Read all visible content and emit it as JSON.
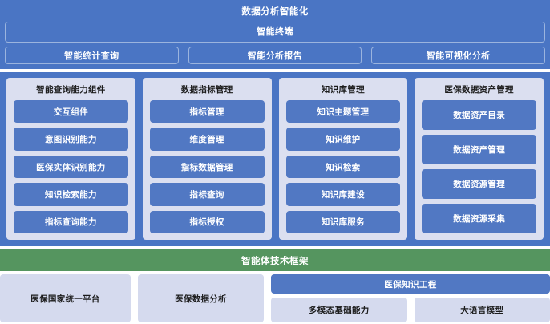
{
  "top": {
    "title": "数据分析智能化",
    "terminal_label": "智能终端",
    "buttons": [
      {
        "label": "智能统计查询"
      },
      {
        "label": "智能分析报告"
      },
      {
        "label": "智能可视化分析"
      }
    ]
  },
  "middle": {
    "columns": [
      {
        "title": "智能查询能力组件",
        "items": [
          {
            "label": "交互组件"
          },
          {
            "label": "意图识别能力"
          },
          {
            "label": "医保实体识别能力"
          },
          {
            "label": "知识检索能力"
          },
          {
            "label": "指标查询能力"
          }
        ]
      },
      {
        "title": "数据指标管理",
        "items": [
          {
            "label": "指标管理"
          },
          {
            "label": "维度管理"
          },
          {
            "label": "指标数据管理"
          },
          {
            "label": "指标查询"
          },
          {
            "label": "指标授权"
          }
        ]
      },
      {
        "title": "知识库管理",
        "items": [
          {
            "label": "知识主题管理"
          },
          {
            "label": "知识维护"
          },
          {
            "label": "知识检索"
          },
          {
            "label": "知识库建设"
          },
          {
            "label": "知识库服务"
          }
        ]
      },
      {
        "title": "医保数据资产管理",
        "items": [
          {
            "label": "数据资产目录"
          },
          {
            "label": "数据资产管理"
          },
          {
            "label": "数据资源管理"
          },
          {
            "label": "数据资源采集"
          }
        ]
      }
    ]
  },
  "green_band": {
    "label": "智能体技术框架"
  },
  "bottom": {
    "platform_label": "医保国家统一平台",
    "analysis_label": "医保数据分析",
    "knowledge_group": {
      "header_label": "医保知识工程",
      "items": [
        {
          "label": "多模态基础能力"
        },
        {
          "label": "大语言模型"
        }
      ]
    }
  },
  "colors": {
    "primary_blue": "#4a75c4",
    "item_blue": "#5178c3",
    "panel_lavender": "#dbdff0",
    "plain_lavender": "#d5daee",
    "green": "#55955f",
    "text_light": "#ffffff",
    "text_dark": "#1c1c1c"
  }
}
